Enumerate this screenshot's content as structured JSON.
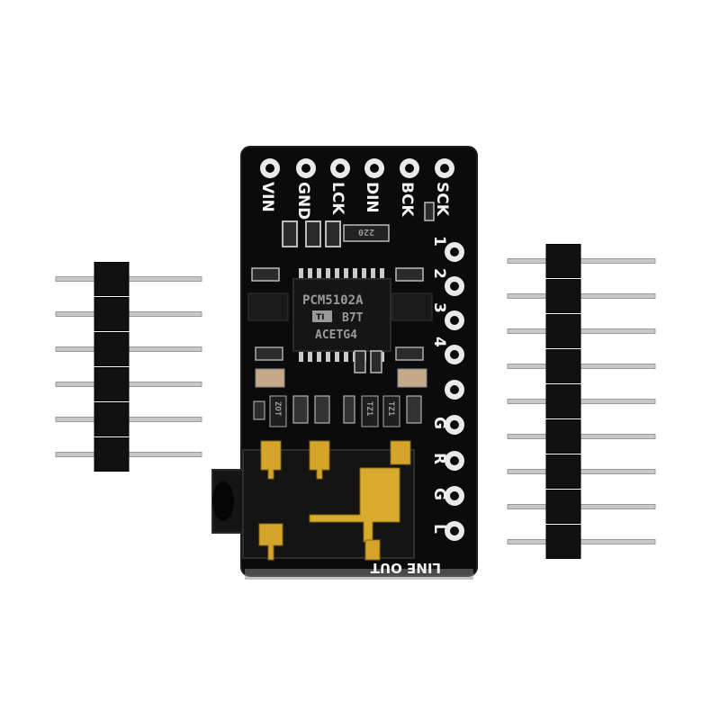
{
  "board": {
    "top_pins": [
      "VIN",
      "GND",
      "LCK",
      "DIN",
      "BCK",
      "SCK"
    ],
    "side_pins": [
      "1",
      "2",
      "3",
      "4",
      "G",
      "R",
      "G",
      "L"
    ],
    "bottom_label": "LINE OUT",
    "chip": {
      "line1": "PCM5102A",
      "line2": "B7T",
      "line3": "ACETG4",
      "logo": "TI"
    },
    "resistor_code": "220",
    "small_labels": [
      "ZOT",
      "TZ1",
      "TZ1"
    ]
  },
  "colors": {
    "pcb": "#0b0b0b",
    "silkscreen": "#f2f2f2",
    "gold": "#d4a52a",
    "header_plastic": "#111111",
    "pin_metal": "#c8c8c8"
  },
  "headers": {
    "left_pin_count": 6,
    "right_pin_count": 9
  }
}
